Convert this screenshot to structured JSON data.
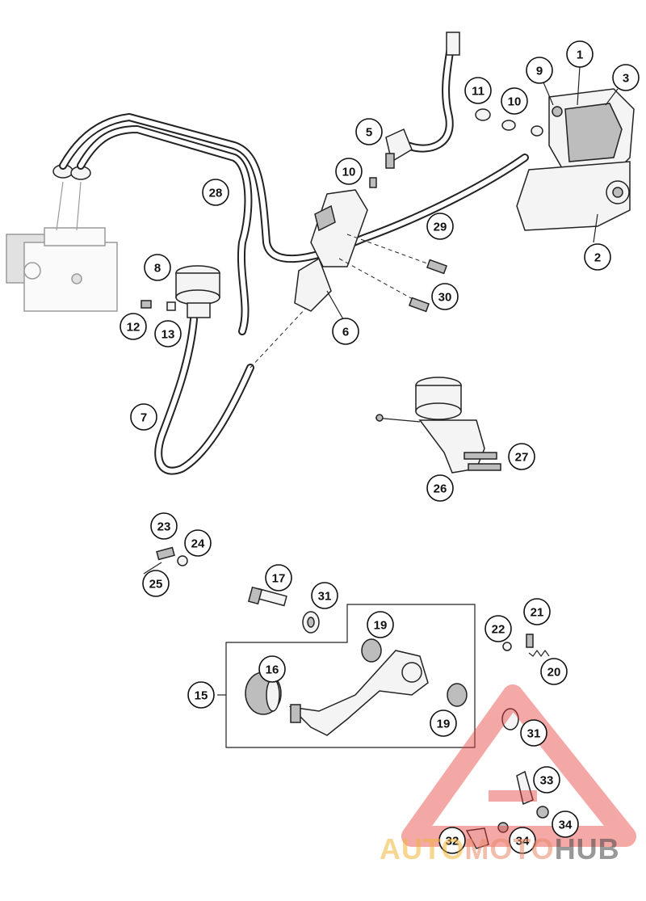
{
  "diagram": {
    "callouts": [
      {
        "id": "c1",
        "label": "1"
      },
      {
        "id": "c2",
        "label": "2"
      },
      {
        "id": "c3",
        "label": "3"
      },
      {
        "id": "c5",
        "label": "5"
      },
      {
        "id": "c6",
        "label": "6"
      },
      {
        "id": "c7",
        "label": "7"
      },
      {
        "id": "c8",
        "label": "8"
      },
      {
        "id": "c9",
        "label": "9"
      },
      {
        "id": "c10a",
        "label": "10"
      },
      {
        "id": "c10b",
        "label": "10"
      },
      {
        "id": "c11",
        "label": "11"
      },
      {
        "id": "c12",
        "label": "12"
      },
      {
        "id": "c13",
        "label": "13"
      },
      {
        "id": "c15",
        "label": "15"
      },
      {
        "id": "c16",
        "label": "16"
      },
      {
        "id": "c17",
        "label": "17"
      },
      {
        "id": "c19a",
        "label": "19"
      },
      {
        "id": "c19b",
        "label": "19"
      },
      {
        "id": "c20",
        "label": "20"
      },
      {
        "id": "c21",
        "label": "21"
      },
      {
        "id": "c22",
        "label": "22"
      },
      {
        "id": "c23",
        "label": "23"
      },
      {
        "id": "c24",
        "label": "24"
      },
      {
        "id": "c25",
        "label": "25"
      },
      {
        "id": "c26",
        "label": "26"
      },
      {
        "id": "c27",
        "label": "27"
      },
      {
        "id": "c28",
        "label": "28"
      },
      {
        "id": "c29",
        "label": "29"
      },
      {
        "id": "c30",
        "label": "30"
      },
      {
        "id": "c31a",
        "label": "31"
      },
      {
        "id": "c31b",
        "label": "31"
      },
      {
        "id": "c32",
        "label": "32"
      },
      {
        "id": "c33",
        "label": "33"
      },
      {
        "id": "c34a",
        "label": "34"
      },
      {
        "id": "c34b",
        "label": "34"
      }
    ]
  },
  "watermark": {
    "part1": "AUTO",
    "part2": "MOTO",
    "part3": "HUB",
    "colors": {
      "auto": "#f2b53a",
      "moto": "#e88a6a",
      "hub": "#444444",
      "triangle": "#e8413a"
    }
  }
}
